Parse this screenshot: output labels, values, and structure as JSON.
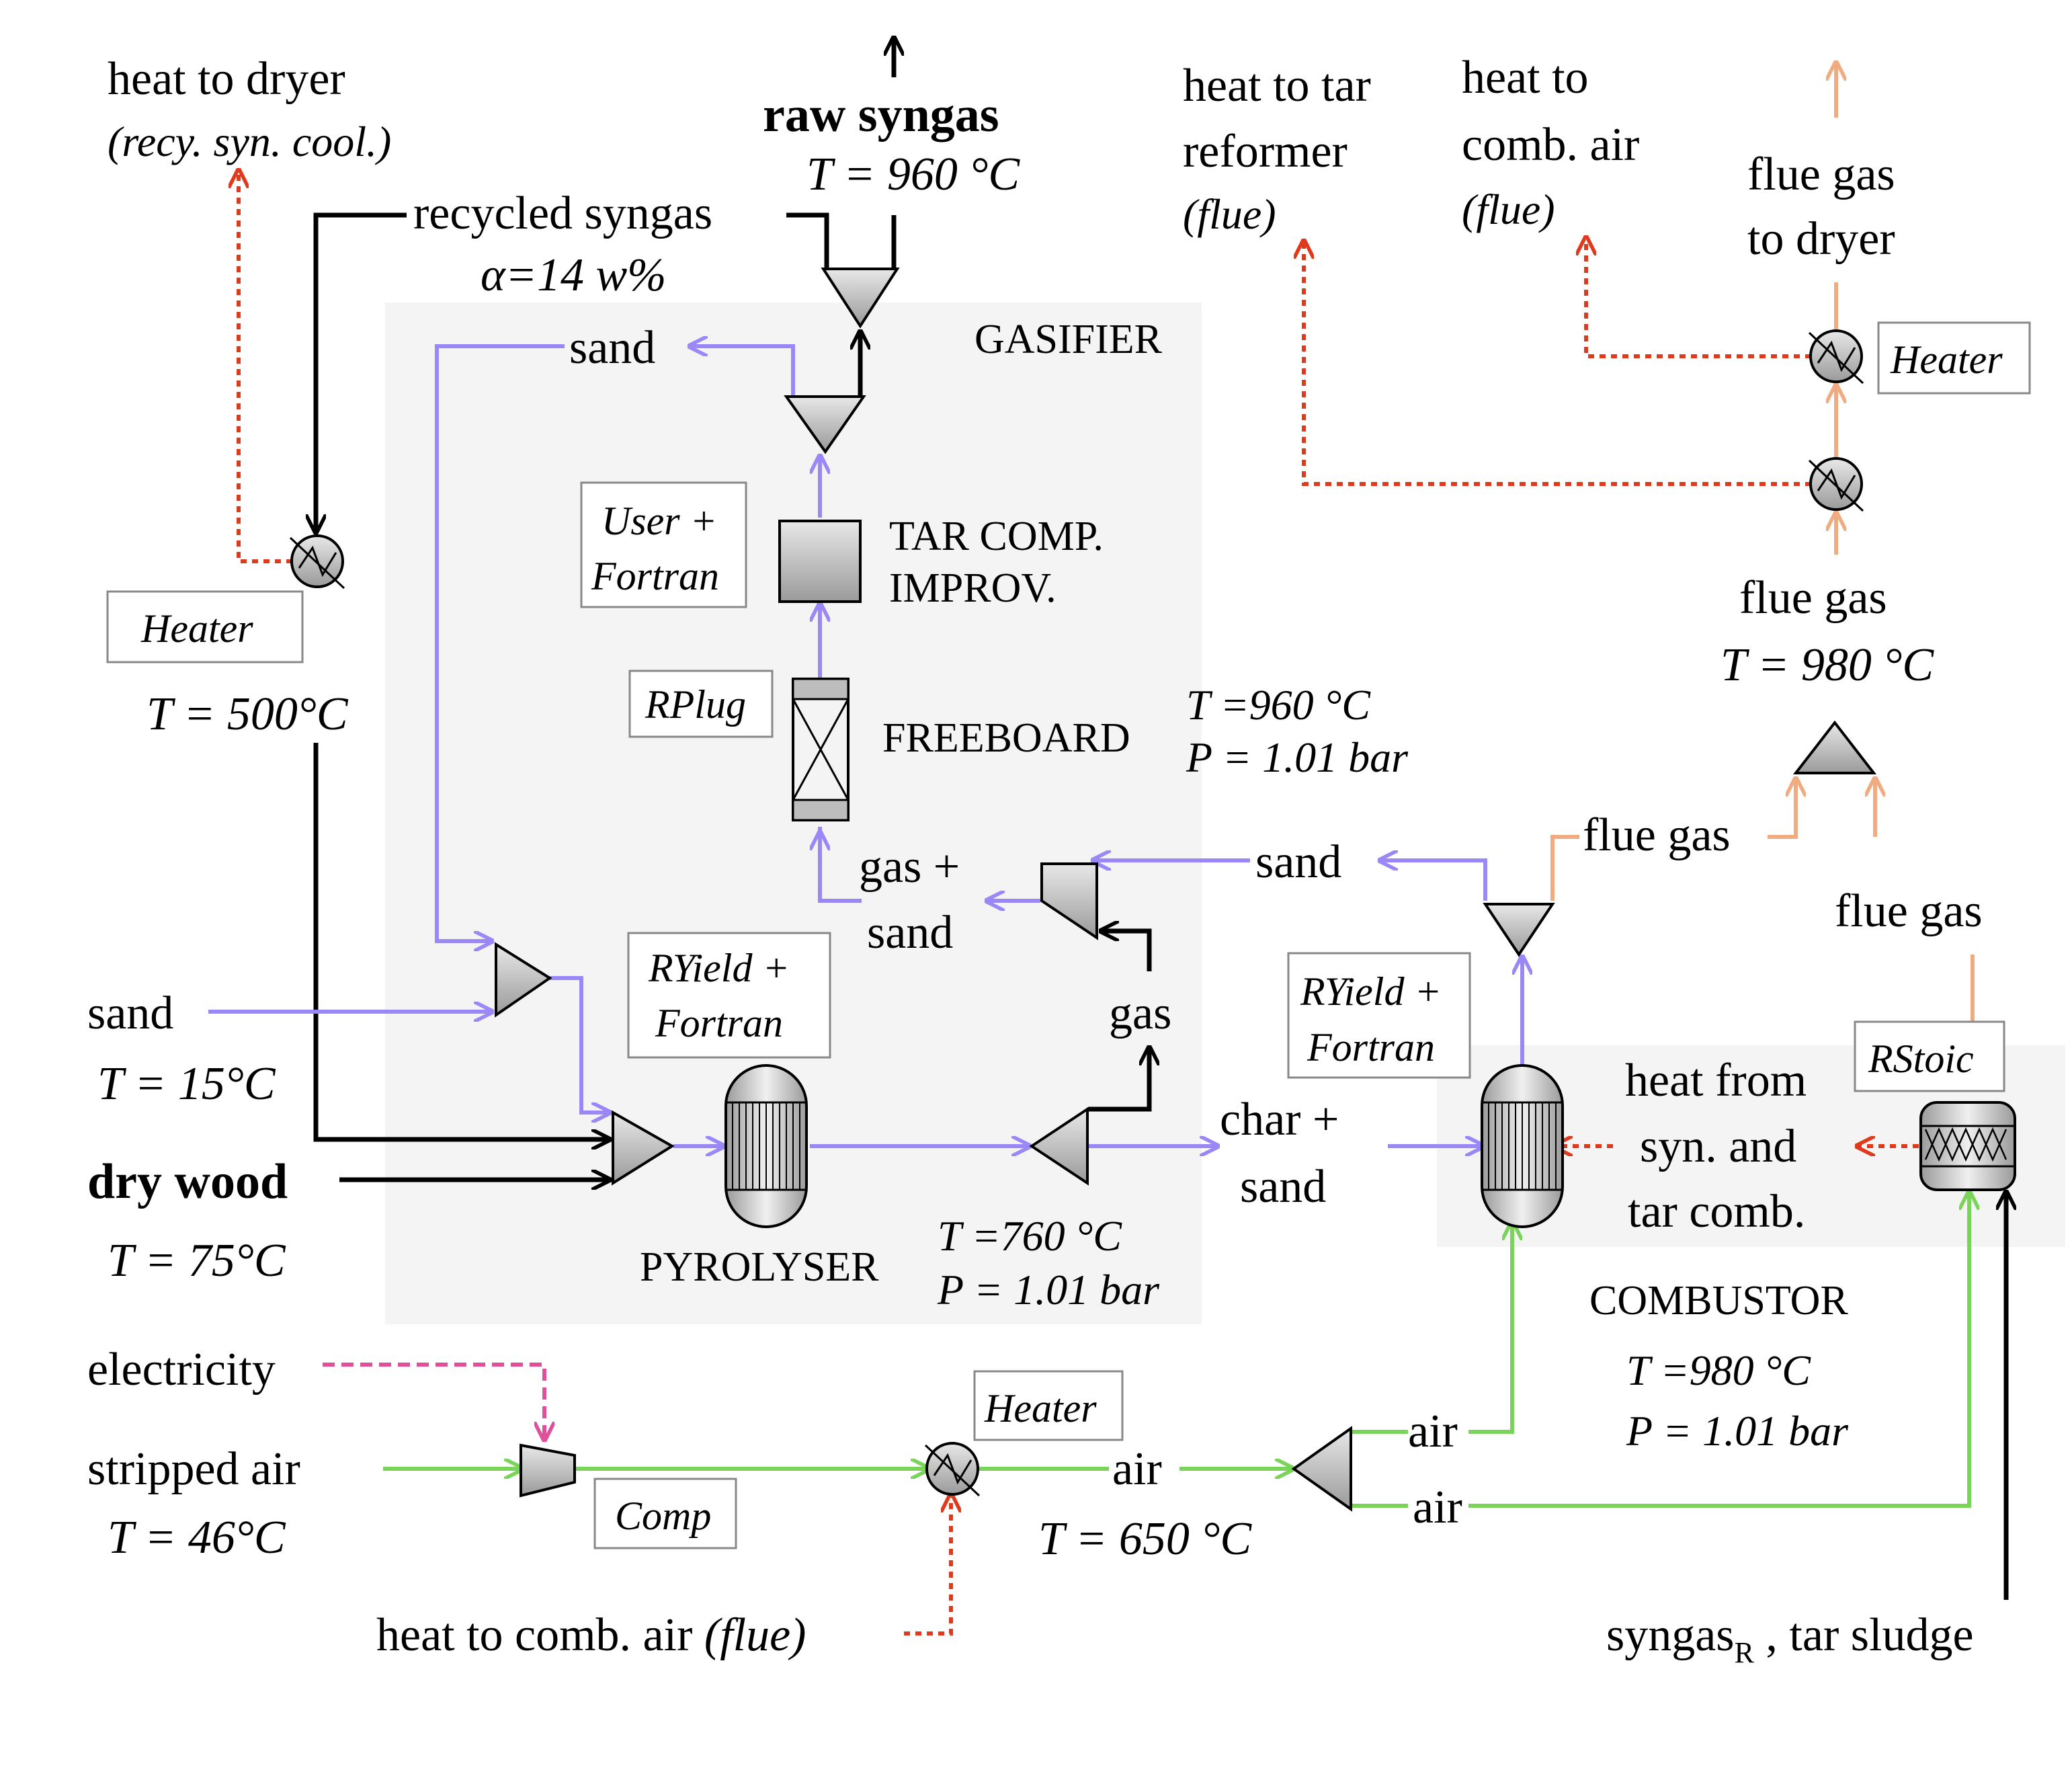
{
  "colors": {
    "sand": "#9B87F5",
    "air": "#7AD45A",
    "flue": "#F0AC80",
    "heat": "#E03A1E",
    "electricity": "#E0509A",
    "main": "#000000",
    "zone_bg": "#F4F4F4"
  },
  "labels": {
    "heat_to_dryer": "heat to dryer",
    "heat_to_dryer_note": "(recy. syn. cool.)",
    "raw_syngas": "raw syngas",
    "raw_syngas_T": "T = 960 °C",
    "recycled_syngas": "recycled syngas",
    "alpha": "α=14 w%",
    "heat_to_tar_1": "heat to tar",
    "heat_to_tar_2": "reformer",
    "heat_to_tar_3": "(flue)",
    "heat_to_comb_1": "heat  to",
    "heat_to_comb_2": "comb. air",
    "heat_to_comb_3": "(flue)",
    "flue_to_dryer_1": "flue gas",
    "flue_to_dryer_2": "to dryer",
    "gasifier": "GASIFIER",
    "sand_top": "sand",
    "tar_comp_1": "TAR COMP.",
    "tar_comp_2": "IMPROV.",
    "freeboard": "FREEBOARD",
    "freeboard_T": "T =960 °C",
    "freeboard_P": "P = 1.01 bar",
    "flue_gas_mid": "flue gas",
    "flue_gas_mid_T": "T = 980 °C",
    "heater_left_T": "T = 500°C",
    "gas_sand_1": "gas +",
    "gas_sand_2": "sand",
    "sand_right": "sand",
    "flue_gas_split": "flue gas",
    "flue_gas_rstoic": "flue gas",
    "sand_in": "sand",
    "sand_in_T": "T = 15°C",
    "gas": "gas",
    "char_sand_1": "char +",
    "char_sand_2": "sand",
    "heat_from_1": "heat from",
    "heat_from_2": "syn. and",
    "heat_from_3": "tar comb.",
    "dry_wood": "dry wood",
    "dry_wood_T": "T = 75°C",
    "pyrolyser": "PYROLYSER",
    "pyrolyser_T": "T =760 °C",
    "pyrolyser_P": "P = 1.01 bar",
    "combustor": "COMBUSTOR",
    "combustor_T": "T =980 °C",
    "combustor_P": "P = 1.01 bar",
    "electricity": "electricity",
    "stripped_air": "stripped air",
    "stripped_air_T": "T = 46°C",
    "air_mid": "air",
    "air_mid_T": "T = 650 °C",
    "air_up": "air",
    "air_low": "air",
    "heat_to_comb_air": "heat to comb. air ",
    "heat_to_comb_air_note": "(flue)",
    "syngas_R": "syngas",
    "syngas_R_sub": "R",
    "tar_sludge": " , tar sludge"
  },
  "blocks": {
    "user_fortran_1": "User +",
    "user_fortran_2": "Fortran",
    "rplug": "RPlug",
    "heater_left": "Heater",
    "heater_right": "Heater",
    "ryield_left_1": "RYield +",
    "ryield_left_2": "Fortran",
    "ryield_right_1": "RYield +",
    "ryield_right_2": "Fortran",
    "rstoic": "RStoic",
    "comp": "Comp",
    "heater_bottom": "Heater"
  }
}
